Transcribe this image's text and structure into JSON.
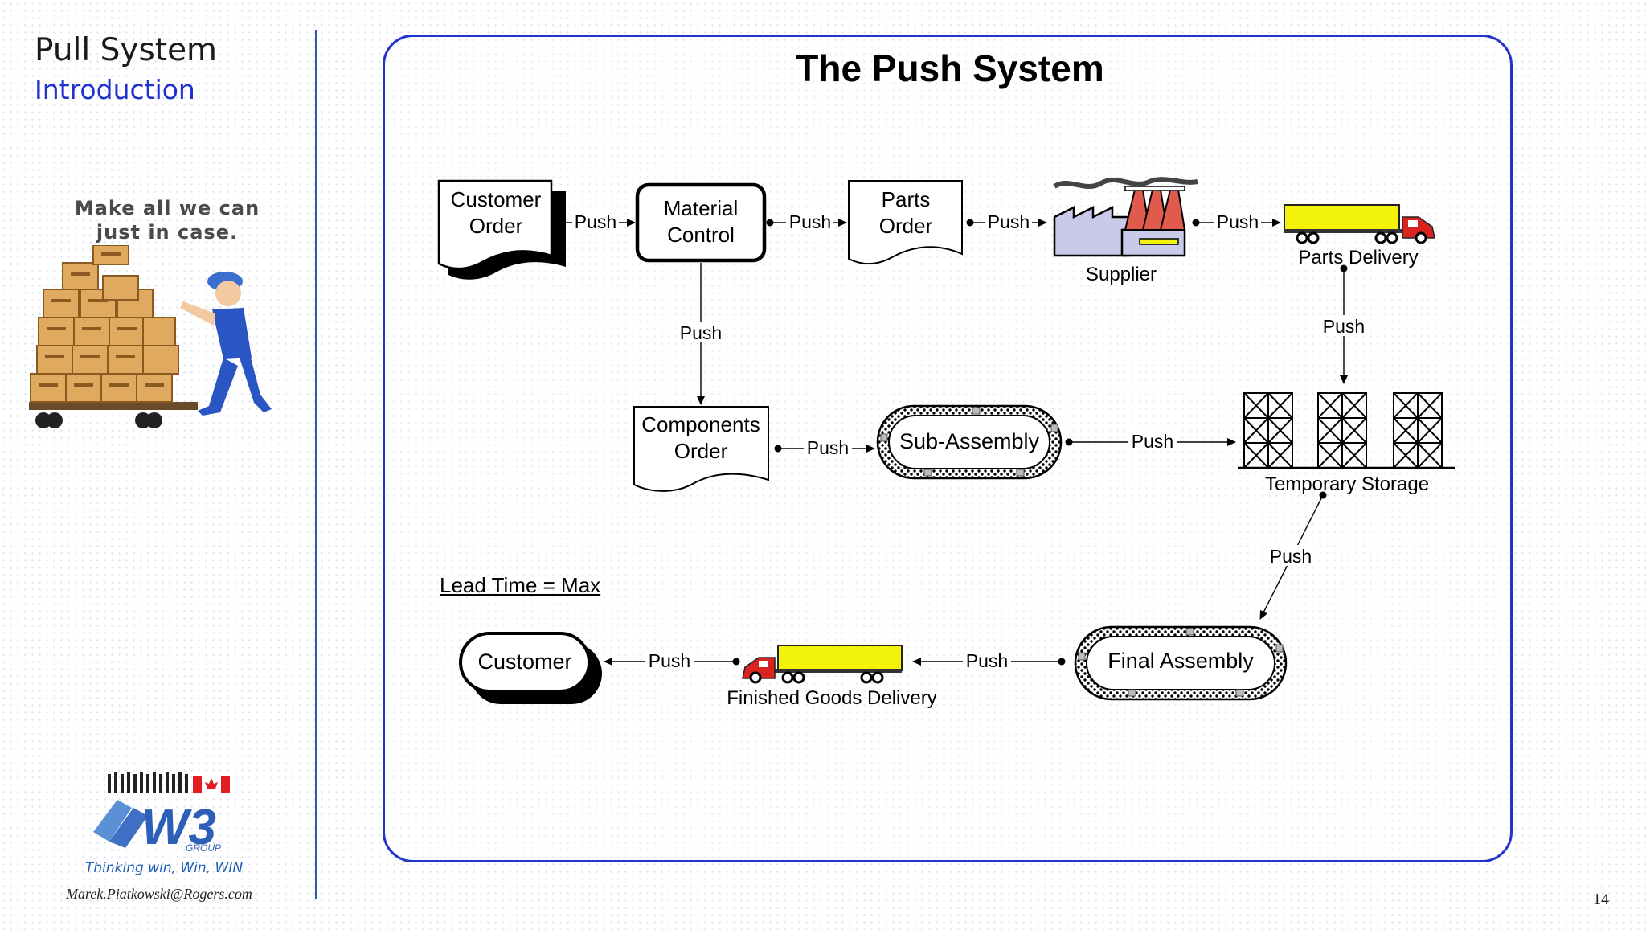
{
  "slide": {
    "title": "Pull System",
    "subtitle": "Introduction",
    "page_number": "14",
    "email": "Marek.Piatkowski@Rogers.com",
    "logo_tagline": "Thinking win, Win, WIN",
    "clipart_caption": [
      "Make all we can",
      "just in case."
    ]
  },
  "diagram": {
    "title": "The Push System",
    "lead_time": "Lead Time = Max",
    "nodes": {
      "customer_order": [
        "Customer",
        "Order"
      ],
      "material_control": [
        "Material",
        "Control"
      ],
      "parts_order": [
        "Parts",
        "Order"
      ],
      "supplier": "Supplier",
      "parts_delivery": "Parts Delivery",
      "components_order": [
        "Components",
        "Order"
      ],
      "sub_assembly": "Sub-Assembly",
      "temporary_storage": "Temporary Storage",
      "final_assembly": "Final Assembly",
      "finished_goods_delivery": "Finished Goods Delivery",
      "customer": "Customer"
    },
    "edge_label": "Push"
  },
  "colors": {
    "accent_blue": "#2233cc",
    "truck_body": "#f2f20a",
    "truck_cab": "#d8231f",
    "factory_roof": "#e05a4e"
  }
}
